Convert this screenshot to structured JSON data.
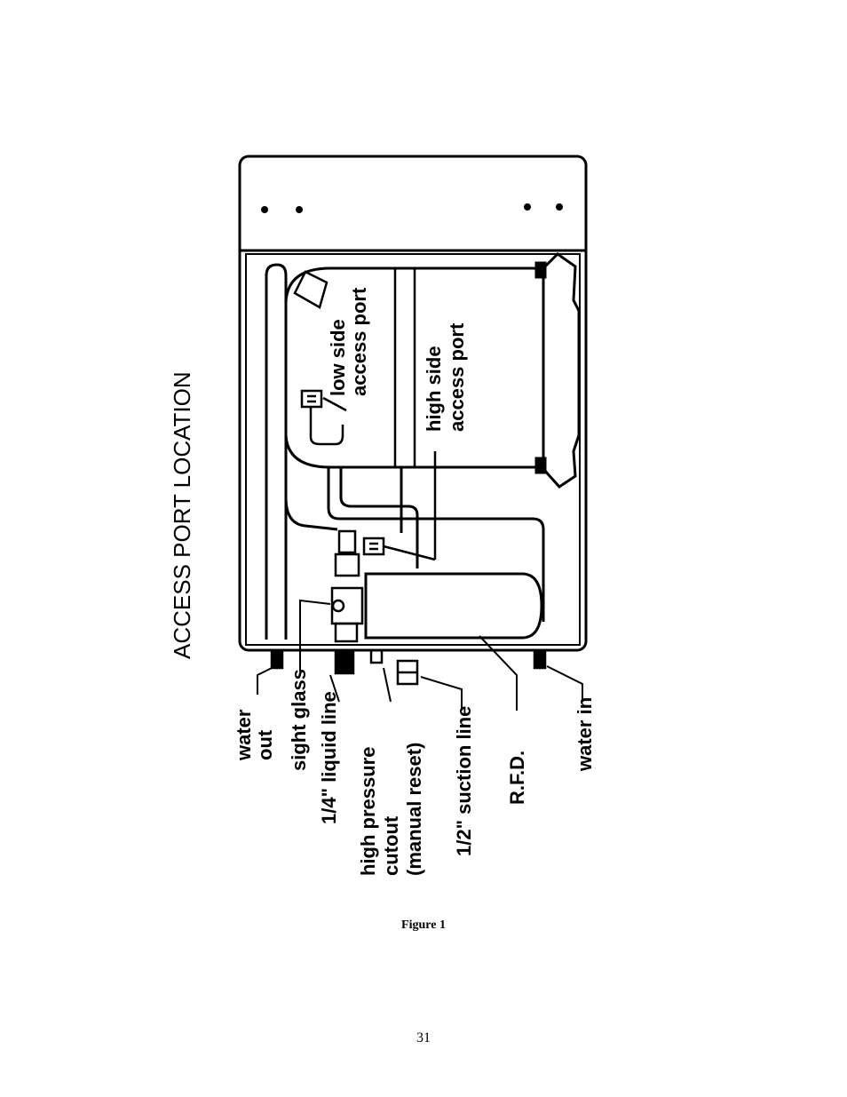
{
  "diagram": {
    "title": "ACCESS PORT LOCATION",
    "labels": {
      "low_side": [
        "low side",
        "access port"
      ],
      "high_side": [
        "high side",
        "access port"
      ],
      "water_out": [
        "water",
        "out"
      ],
      "sight_glass": "sight glass",
      "liquid_line": "1/4\" liquid line",
      "high_pressure": [
        "high pressure",
        "cutout",
        "(manual reset)"
      ],
      "suction_line": "1/2\" suction line",
      "rfd": "R.F.D.",
      "water_in": "water in"
    }
  },
  "figure_caption": "Figure 1",
  "page_number": "31"
}
